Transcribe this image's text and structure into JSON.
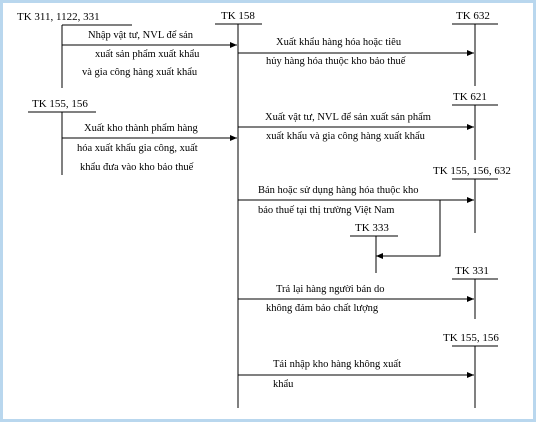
{
  "accounts": {
    "tk311": "TK 311, 1122, 331",
    "tk158": "TK 158",
    "tk632": "TK 632",
    "tk155_156_a": "TK 155, 156",
    "tk621": "TK  621",
    "tk155_156_632": "TK 155, 156, 632",
    "tk333": "TK 333",
    "tk331": "TK 331",
    "tk155_156_b": "TK 155, 156"
  },
  "entries": {
    "e1": [
      "Nhập vật tư, NVL để sản",
      "xuất sản phẩm xuất khẩu",
      "và gia công hàng xuất khẩu"
    ],
    "e2": [
      "Xuất khẩu hàng hóa hoặc tiêu",
      "hủy hàng hóa thuộc kho bảo thuế"
    ],
    "e3": [
      "Xuất kho thành phẩm hàng",
      "hóa xuất khẩu gia công, xuất",
      "khẩu đưa vào kho bảo thuế"
    ],
    "e4": [
      "Xuất vật tư, NVL để sản xuất sản phẩm",
      "xuất khẩu và gia công hàng xuất khẩu"
    ],
    "e5": [
      "Bán hoặc sử dụng hàng hóa thuộc kho",
      "bảo thuế tại thị trường Việt Nam"
    ],
    "e6": [
      "Trả lại hàng người bán do",
      "không đảm bảo chất lượng"
    ],
    "e7": [
      "Tái nhập kho hàng không xuất",
      "khẩu"
    ]
  }
}
